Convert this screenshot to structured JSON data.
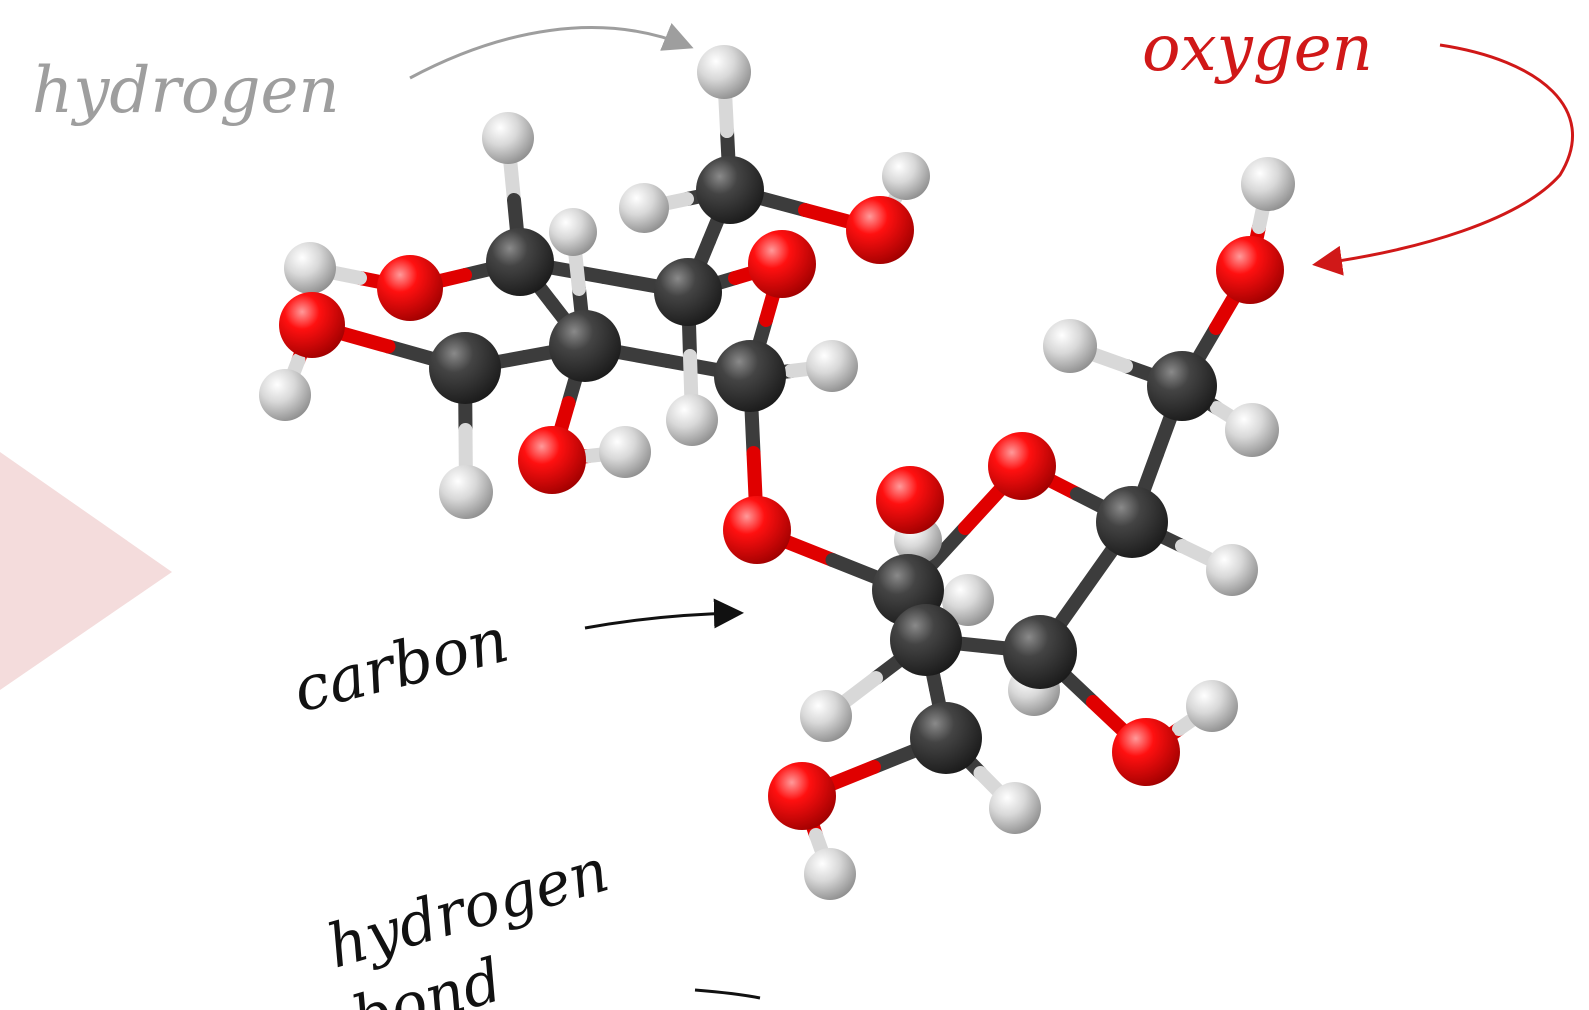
{
  "labels": {
    "hydrogen_top": "hydrogen",
    "oxygen": "oxygen",
    "carbon": "carbon",
    "hydrogen_bond": "hydrogen",
    "hydrogen_bond_cut": "bond"
  },
  "colors": {
    "background": "#ffffff",
    "hydrogen_label": "#9e9e9e",
    "oxygen_label": "#d01818",
    "carbon_label": "#111111",
    "triangle": "#f4dcdc",
    "carbon_atom": "#3a3a3a",
    "oxygen_atom": "#e00000",
    "hydrogen_atom": "#dcdcdc"
  }
}
